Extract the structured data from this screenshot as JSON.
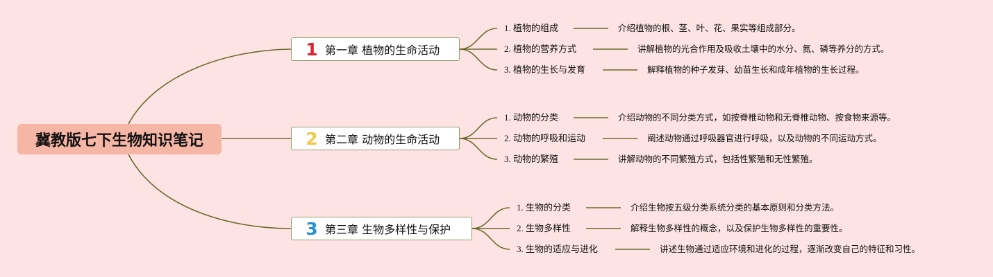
{
  "root": {
    "title": "冀教版七下生物知识笔记"
  },
  "chapters": [
    {
      "number": "1",
      "number_color": "#d9252f",
      "title": "第一章 植物的生命活动",
      "items": [
        {
          "label": "1. 植物的组成",
          "desc": "介绍植物的根、茎、叶、花、果实等组成部分。"
        },
        {
          "label": "2. 植物的营养方式",
          "desc": "讲解植物的光合作用及吸收土壤中的水分、氮、磷等养分的方式。"
        },
        {
          "label": "3. 植物的生长与发育",
          "desc": "解释植物的种子发芽、幼苗生长和成年植物的生长过程。"
        }
      ]
    },
    {
      "number": "2",
      "number_color": "#f2c84b",
      "title": "第二章 动物的生命活动",
      "items": [
        {
          "label": "1. 动物的分类",
          "desc": "介绍动物的不同分类方式，如按脊椎动物和无脊椎动物、按食物来源等。"
        },
        {
          "label": "2. 动物的呼吸和运动",
          "desc": "阐述动物通过呼吸器官进行呼吸，以及动物的不同运动方式。"
        },
        {
          "label": "3. 动物的繁殖",
          "desc": "讲解动物的不同繁殖方式，包括性繁殖和无性繁殖。"
        }
      ]
    },
    {
      "number": "3",
      "number_color": "#2a8fd4",
      "title": "第三章 生物多样性与保护",
      "items": [
        {
          "label": "1. 生物的分类",
          "desc": "介绍生物按五级分类系统分类的基本原则和分类方法。"
        },
        {
          "label": "2. 生物多样性",
          "desc": "解释生物多样性的概念，以及保护生物多样性的重要性。"
        },
        {
          "label": "3. 生物的适应与进化",
          "desc": "讲述生物通过适应环境和进化的过程，逐渐改变自己的特征和习性。"
        }
      ]
    }
  ],
  "colors": {
    "background": "#fde3e3",
    "root_fill": "#f6b6a6",
    "connector": "#6b6a2a",
    "chapter_border": "#8f9a6a"
  }
}
